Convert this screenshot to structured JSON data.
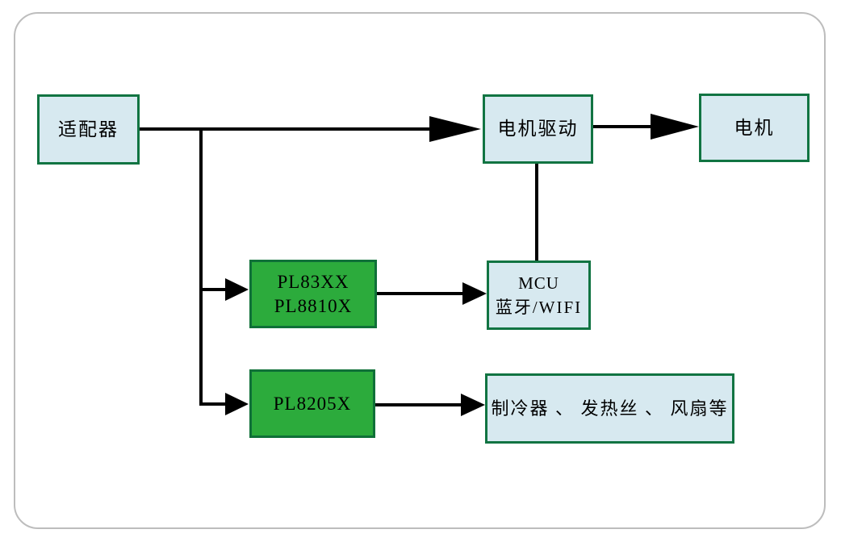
{
  "nodes": {
    "adapter": {
      "label": "适配器"
    },
    "motor_drive": {
      "label": "电机驱动"
    },
    "motor": {
      "label": "电机"
    },
    "pl83_chip": {
      "line1": "PL83XX",
      "line2": "PL8810X"
    },
    "mcu": {
      "line1": "MCU",
      "line2": "蓝牙/WIFI"
    },
    "pl8205_chip": {
      "label": "PL8205X"
    },
    "loads": {
      "label": "制冷器 、 发热丝 、 风扇等"
    }
  },
  "edges": [
    {
      "from": "适配器",
      "to": "电机驱动",
      "type": "arrow"
    },
    {
      "from": "电机驱动",
      "to": "电机",
      "type": "arrow"
    },
    {
      "from": "电机驱动",
      "to": "MCU 蓝牙/WIFI",
      "type": "line"
    },
    {
      "from": "适配器",
      "to": "PL83XX PL8810X",
      "type": "arrow"
    },
    {
      "from": "PL83XX PL8810X",
      "to": "MCU 蓝牙/WIFI",
      "type": "arrow"
    },
    {
      "from": "适配器",
      "to": "PL8205X",
      "type": "arrow"
    },
    {
      "from": "PL8205X",
      "to": "制冷器 、 发热丝 、 风扇等",
      "type": "arrow"
    }
  ],
  "colors": {
    "background": "#ffffff",
    "frame_border": "#bdbdbd",
    "node_fill": "#d7e9f0",
    "node_border": "#117442",
    "chip_fill": "#2cab3c",
    "chip_border": "#0f7038",
    "connector": "#000000",
    "text": "#000000"
  }
}
